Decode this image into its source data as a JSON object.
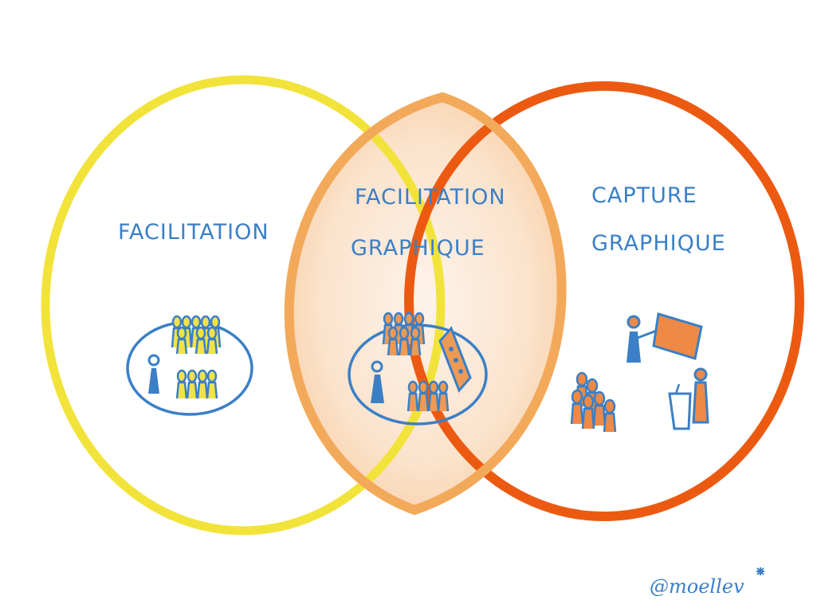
{
  "diagram": {
    "left_label": "FACILITATION",
    "middle_label_line1": "FACILITATION",
    "middle_label_line2": "GRAPHIQUE",
    "right_label_line1": "CAPTURE",
    "right_label_line2": "GRAPHIQUE",
    "signature": "@moellev"
  },
  "colors": {
    "left_circle": "#f2e33b",
    "right_circle": "#ec5a12",
    "overlap_stroke": "#f3a95a",
    "overlap_fill": "#fbe3cc",
    "text": "#3b7fc6",
    "figure_blue": "#3b7fc6",
    "figure_yellow": "#f0e24a",
    "figure_orange": "#ee8a45"
  }
}
